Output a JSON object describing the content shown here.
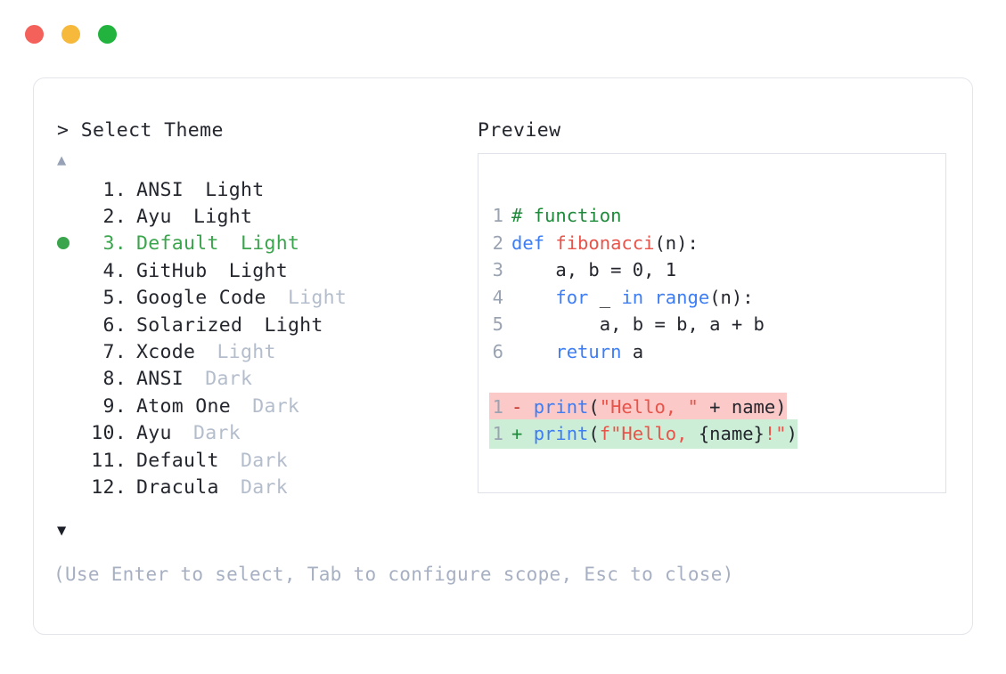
{
  "window": {
    "dots": [
      {
        "name": "close",
        "color": "#f4605a"
      },
      {
        "name": "minimize",
        "color": "#f6b93b"
      },
      {
        "name": "maximize",
        "color": "#22b33f"
      }
    ]
  },
  "left": {
    "prompt": "> Select Theme",
    "scroll_up_icon": "▲",
    "scroll_down_icon": "▼",
    "selected_index": 3,
    "selected_bullet": "●",
    "accent_color": "#3aa54c",
    "items": [
      {
        "index": "1.",
        "name": "ANSI",
        "variant": "Light",
        "variant_muted": false,
        "selected": false
      },
      {
        "index": "2.",
        "name": "Ayu",
        "variant": "Light",
        "variant_muted": false,
        "selected": false
      },
      {
        "index": "3.",
        "name": "Default",
        "variant": "Light",
        "variant_muted": false,
        "selected": true
      },
      {
        "index": "4.",
        "name": "GitHub",
        "variant": "Light",
        "variant_muted": false,
        "selected": false
      },
      {
        "index": "5.",
        "name": "Google Code",
        "variant": "Light",
        "variant_muted": true,
        "selected": false
      },
      {
        "index": "6.",
        "name": "Solarized",
        "variant": "Light",
        "variant_muted": false,
        "selected": false
      },
      {
        "index": "7.",
        "name": "Xcode",
        "variant": "Light",
        "variant_muted": true,
        "selected": false
      },
      {
        "index": "8.",
        "name": "ANSI",
        "variant": "Dark",
        "variant_muted": true,
        "selected": false
      },
      {
        "index": "9.",
        "name": "Atom One",
        "variant": "Dark",
        "variant_muted": true,
        "selected": false
      },
      {
        "index": "10.",
        "name": "Ayu",
        "variant": "Dark",
        "variant_muted": true,
        "selected": false
      },
      {
        "index": "11.",
        "name": "Default",
        "variant": "Dark",
        "variant_muted": true,
        "selected": false
      },
      {
        "index": "12.",
        "name": "Dracula",
        "variant": "Dark",
        "variant_muted": true,
        "selected": false
      }
    ],
    "hint": "(Use Enter to select, Tab to configure scope, Esc to close)"
  },
  "right": {
    "label": "Preview",
    "code_lines": [
      {
        "ln": "1",
        "tokens": [
          {
            "t": "# function",
            "c": "comment"
          }
        ]
      },
      {
        "ln": "2",
        "tokens": [
          {
            "t": "def ",
            "c": "kw"
          },
          {
            "t": "fibonacci",
            "c": "fn"
          },
          {
            "t": "(n):",
            "c": "plain"
          }
        ]
      },
      {
        "ln": "3",
        "tokens": [
          {
            "t": "    a, b = 0, 1",
            "c": "plain"
          }
        ]
      },
      {
        "ln": "4",
        "tokens": [
          {
            "t": "    ",
            "c": "plain"
          },
          {
            "t": "for",
            "c": "kw"
          },
          {
            "t": " _ ",
            "c": "plain"
          },
          {
            "t": "in",
            "c": "kw"
          },
          {
            "t": " ",
            "c": "plain"
          },
          {
            "t": "range",
            "c": "kw"
          },
          {
            "t": "(n):",
            "c": "plain"
          }
        ]
      },
      {
        "ln": "5",
        "tokens": [
          {
            "t": "        a, b = b, a + b",
            "c": "plain"
          }
        ]
      },
      {
        "ln": "6",
        "tokens": [
          {
            "t": "    ",
            "c": "plain"
          },
          {
            "t": "return",
            "c": "kw"
          },
          {
            "t": " a",
            "c": "plain"
          }
        ]
      }
    ],
    "diff_lines": [
      {
        "ln": "1",
        "kind": "del",
        "marker": "-",
        "tokens": [
          {
            "t": "print",
            "c": "kw"
          },
          {
            "t": "(",
            "c": "plain"
          },
          {
            "t": "\"Hello, \"",
            "c": "str"
          },
          {
            "t": " + name)",
            "c": "plain"
          }
        ]
      },
      {
        "ln": "1",
        "kind": "add",
        "marker": "+",
        "tokens": [
          {
            "t": "print",
            "c": "kw"
          },
          {
            "t": "(",
            "c": "plain"
          },
          {
            "t": "f\"Hello, ",
            "c": "str"
          },
          {
            "t": "{name}",
            "c": "plain"
          },
          {
            "t": "!\"",
            "c": "str"
          },
          {
            "t": ")",
            "c": "plain"
          }
        ]
      }
    ],
    "diff_colors": {
      "deleted_bg": "#fbc9c7",
      "added_bg": "#cdeed6"
    }
  }
}
